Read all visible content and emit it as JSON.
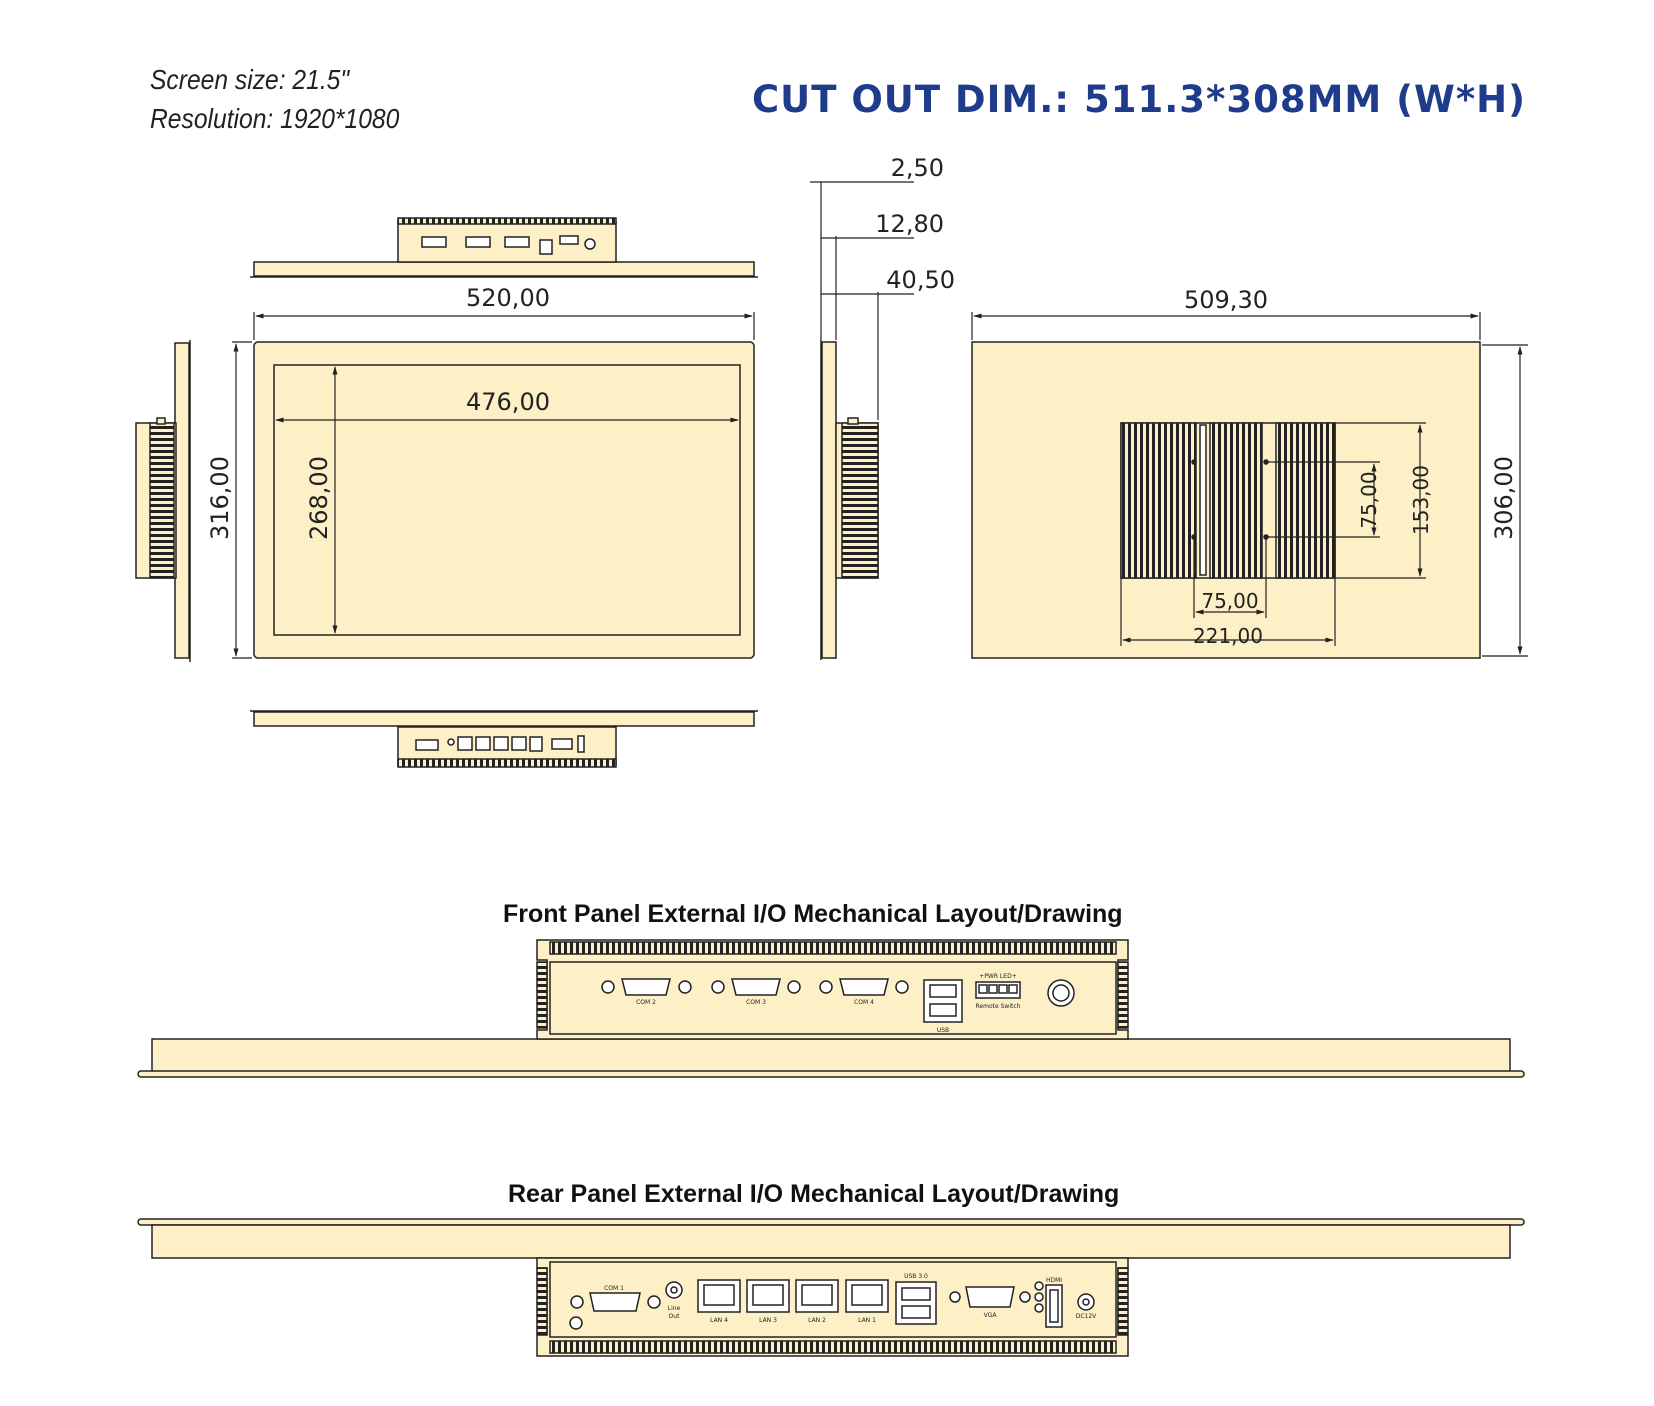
{
  "header": {
    "screen_size": "Screen size: 21.5\"",
    "resolution": "Resolution: 1920*1080",
    "cutout": "CUT OUT DIM.: 511.3*308MM (W*H)"
  },
  "dimensions": {
    "overall_width": "520,00",
    "overall_height": "316,00",
    "active_width": "476,00",
    "active_height": "268,00",
    "side_d1": "2,50",
    "side_d2": "12,80",
    "side_d3": "40,50",
    "back_width": "509,30",
    "back_height": "306,00",
    "mount_h1": "75,00",
    "mount_h2": "153,00",
    "mount_w1": "75,00",
    "mount_w2": "221,00"
  },
  "sections": {
    "front_title": "Front Panel External I/O Mechanical Layout/Drawing",
    "rear_title": "Rear Panel External I/O Mechanical Layout/Drawing"
  },
  "front_ports": {
    "com2": "COM 2",
    "com3": "COM 3",
    "com4": "COM 4",
    "usb": "USB",
    "pwr_led": "+PWR  LED+",
    "remote_switch": "Remote Switch"
  },
  "rear_ports": {
    "com1": "COM 1",
    "line_out_1": "Line",
    "line_out_2": "Out",
    "lan4": "LAN 4",
    "lan3": "LAN 3",
    "lan2": "LAN 2",
    "lan1": "LAN 1",
    "usb3": "USB 3.0",
    "vga": "VGA",
    "hdmi": "HDMI",
    "dc12v": "DC12V"
  },
  "colors": {
    "panel_fill": "#fdefc6",
    "line": "#222222",
    "title_blue": "#1f3c8c"
  }
}
